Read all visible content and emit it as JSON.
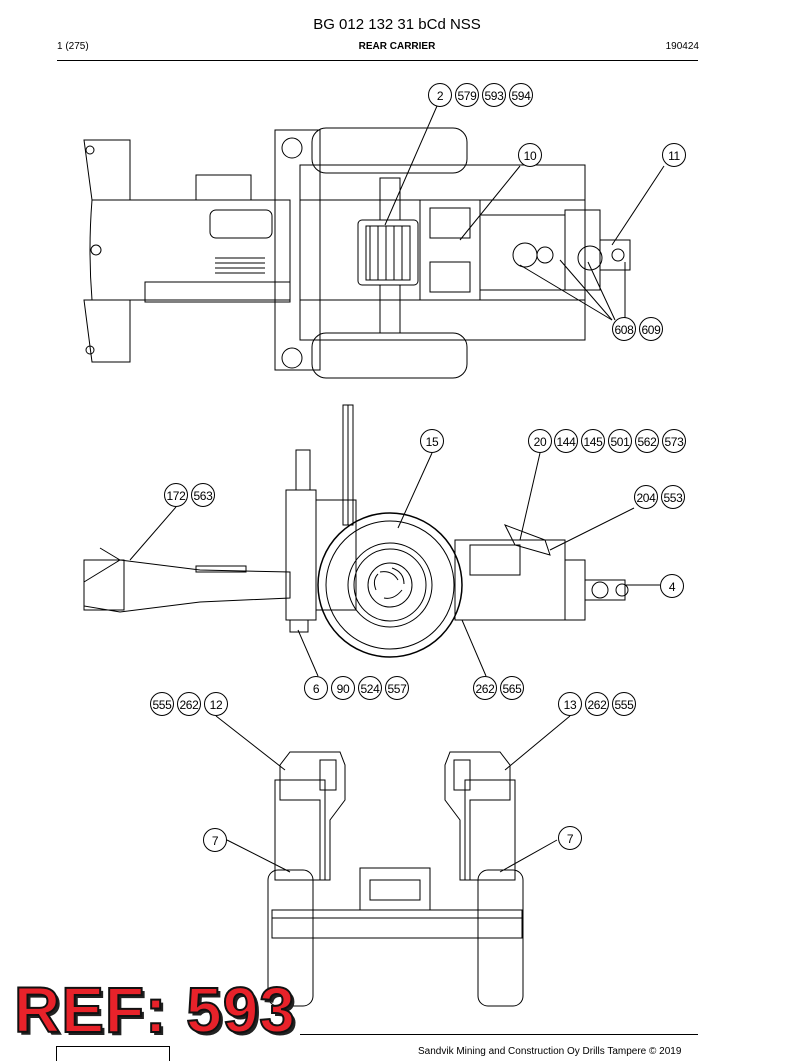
{
  "header": {
    "title": "BG 012 132 31 bCd NSS",
    "page": "1 (275)",
    "section": "REAR CARRIER",
    "date": "190424"
  },
  "callouts": {
    "top_group_a": [
      "2",
      "579",
      "593",
      "594"
    ],
    "top_10": "10",
    "top_11": "11",
    "top_group_b": [
      "608",
      "609"
    ],
    "side_15": "15",
    "side_group_c": [
      "20",
      "144",
      "145",
      "501",
      "562",
      "573"
    ],
    "side_group_d": [
      "172",
      "563"
    ],
    "side_group_e": [
      "204",
      "553"
    ],
    "side_4": "4",
    "side_group_f": [
      "6",
      "90",
      "524",
      "557"
    ],
    "side_group_g": [
      "262",
      "565"
    ],
    "rear_group_h": [
      "555",
      "262",
      "12"
    ],
    "rear_group_i": [
      "13",
      "262",
      "555"
    ],
    "rear_7_left": "7",
    "rear_7_right": "7"
  },
  "footer": {
    "copyright": "Sandvik Mining and Construction Oy Drills Tampere © 2019"
  },
  "stamp": {
    "text": "REF: 593",
    "color": "#e8222a"
  }
}
